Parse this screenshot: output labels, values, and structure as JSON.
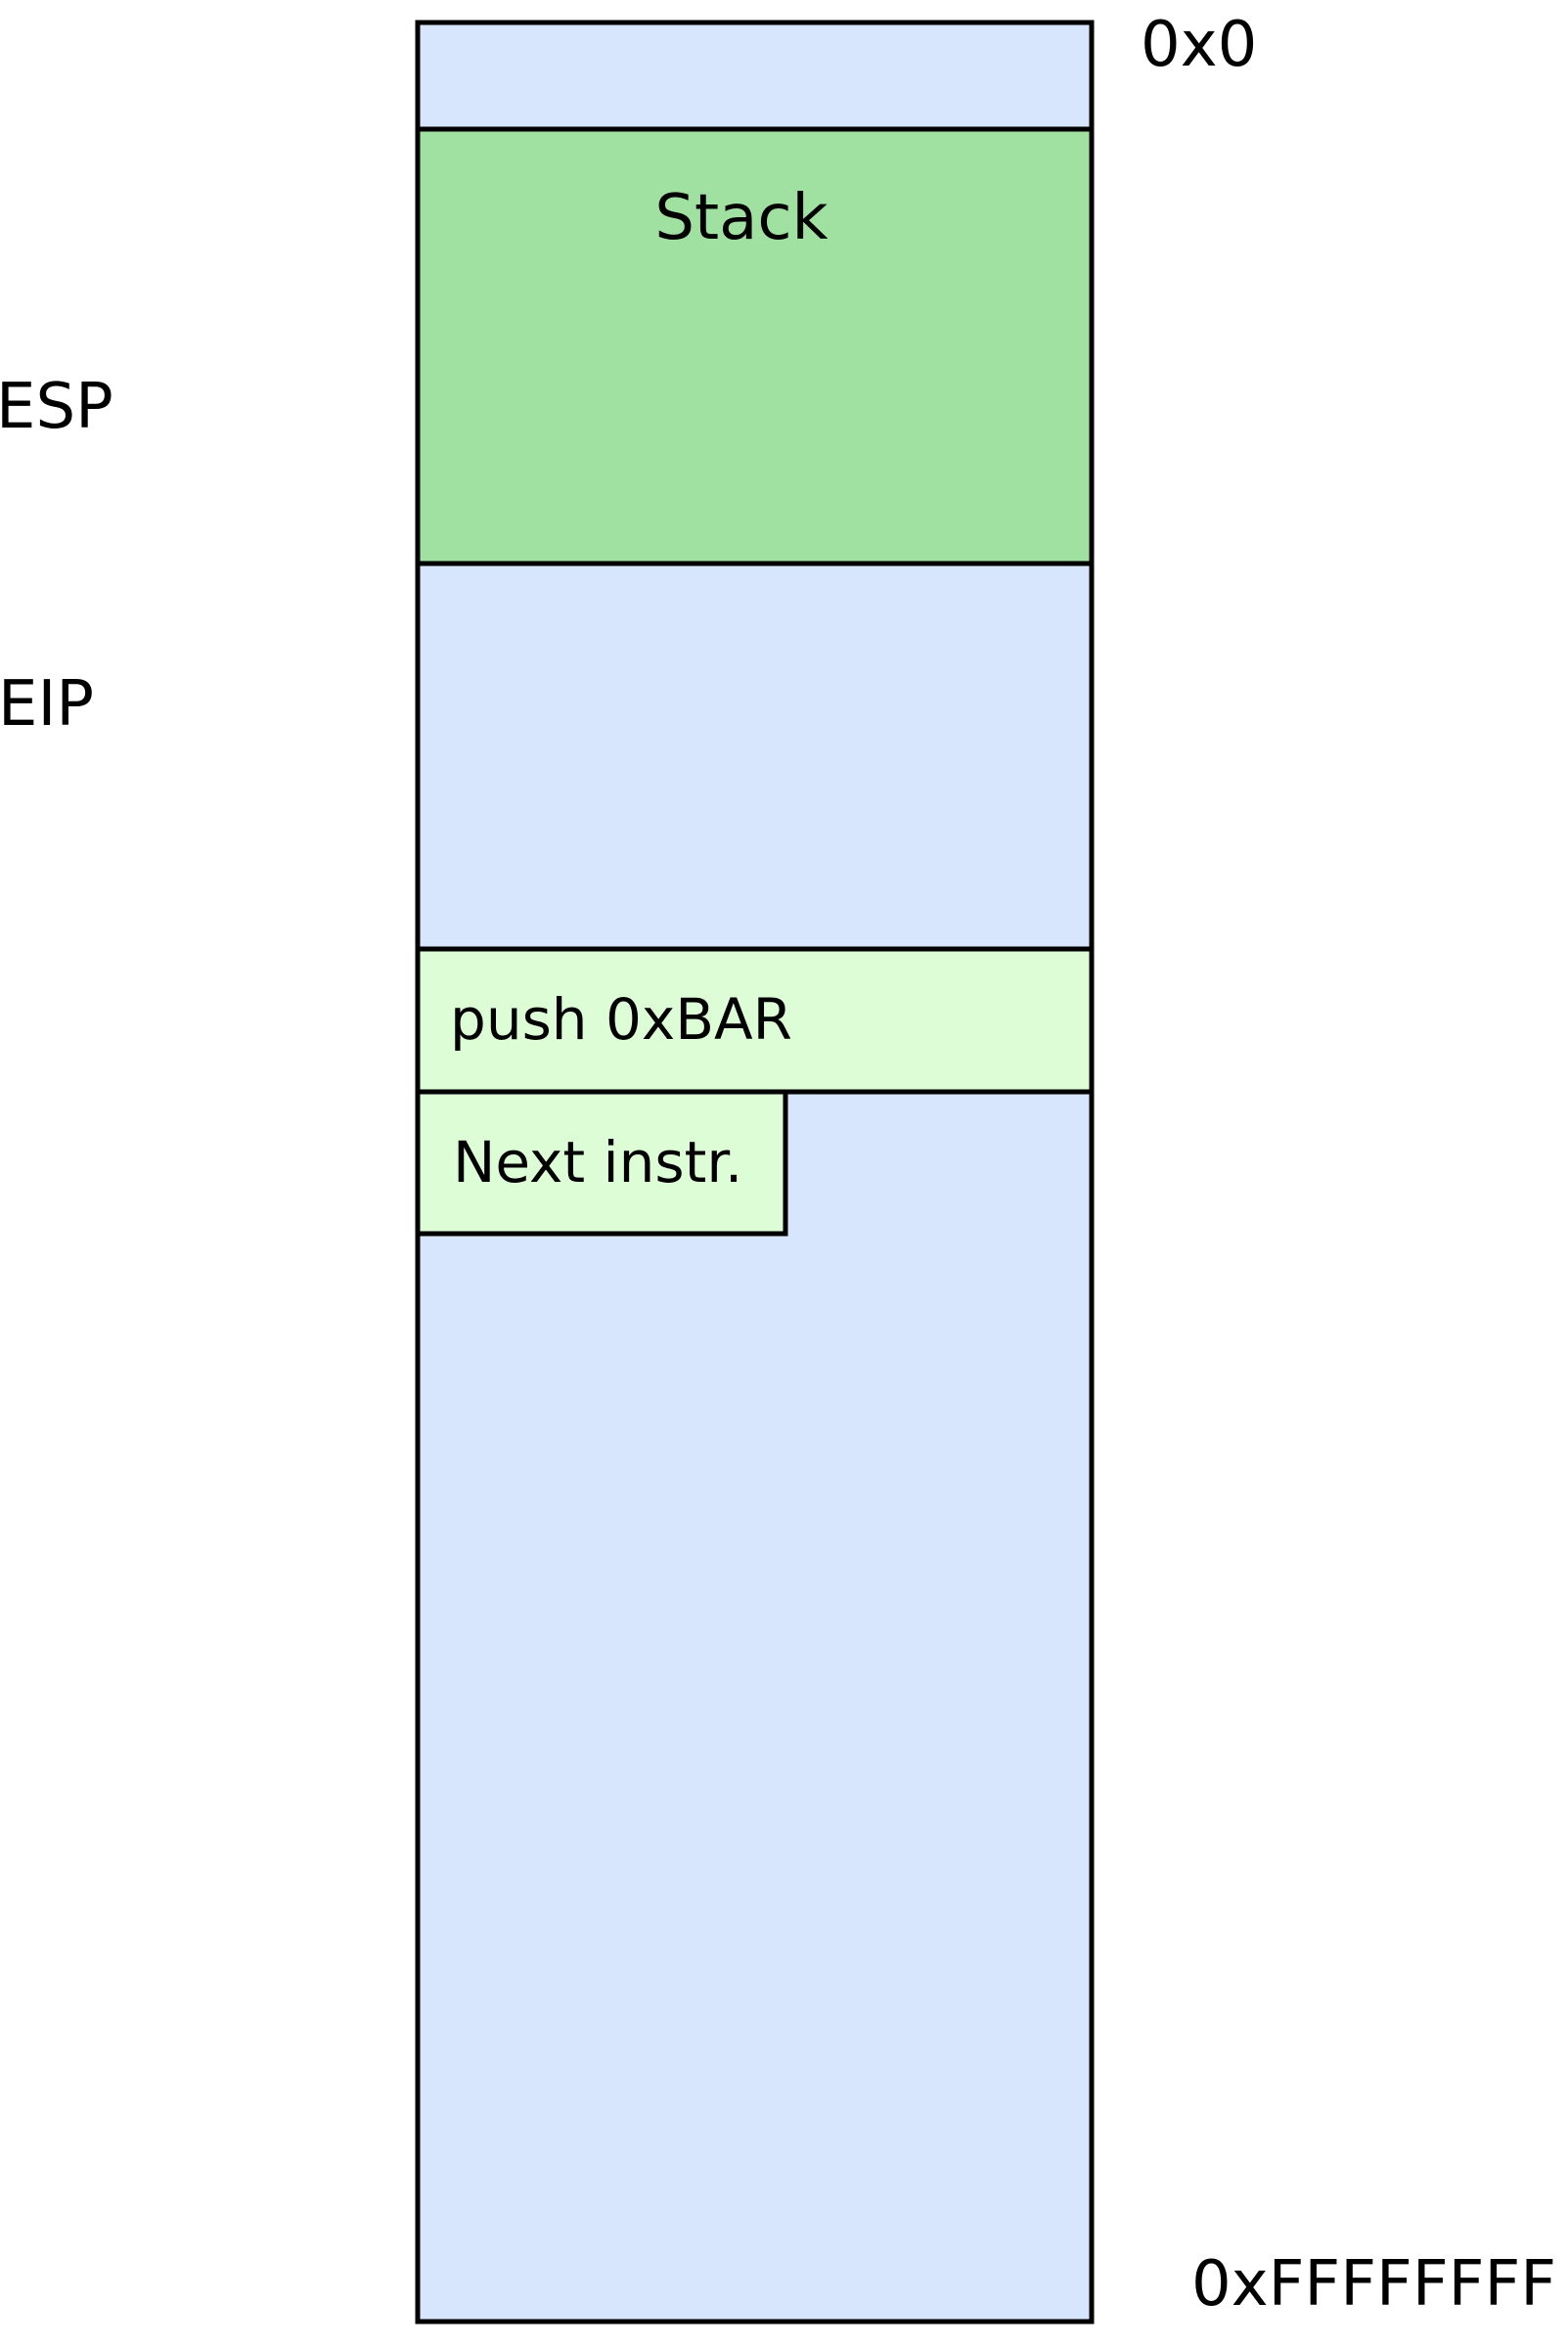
{
  "memory": {
    "top_address": "0x0",
    "bottom_address": "0xFFFFFFFF",
    "fill_color": "#d7e6fd"
  },
  "stack": {
    "label": "Stack",
    "fill_color": "#a0e0a0"
  },
  "registers": {
    "esp": "ESP",
    "eip": "EIP"
  },
  "instructions": [
    {
      "label": "push 0xBAR",
      "fill_color": "#ddfdd7"
    },
    {
      "label": "Next instr.",
      "fill_color": "#ddfdd7"
    }
  ],
  "colors": {
    "outline": "#000000",
    "background": "#ffffff"
  }
}
